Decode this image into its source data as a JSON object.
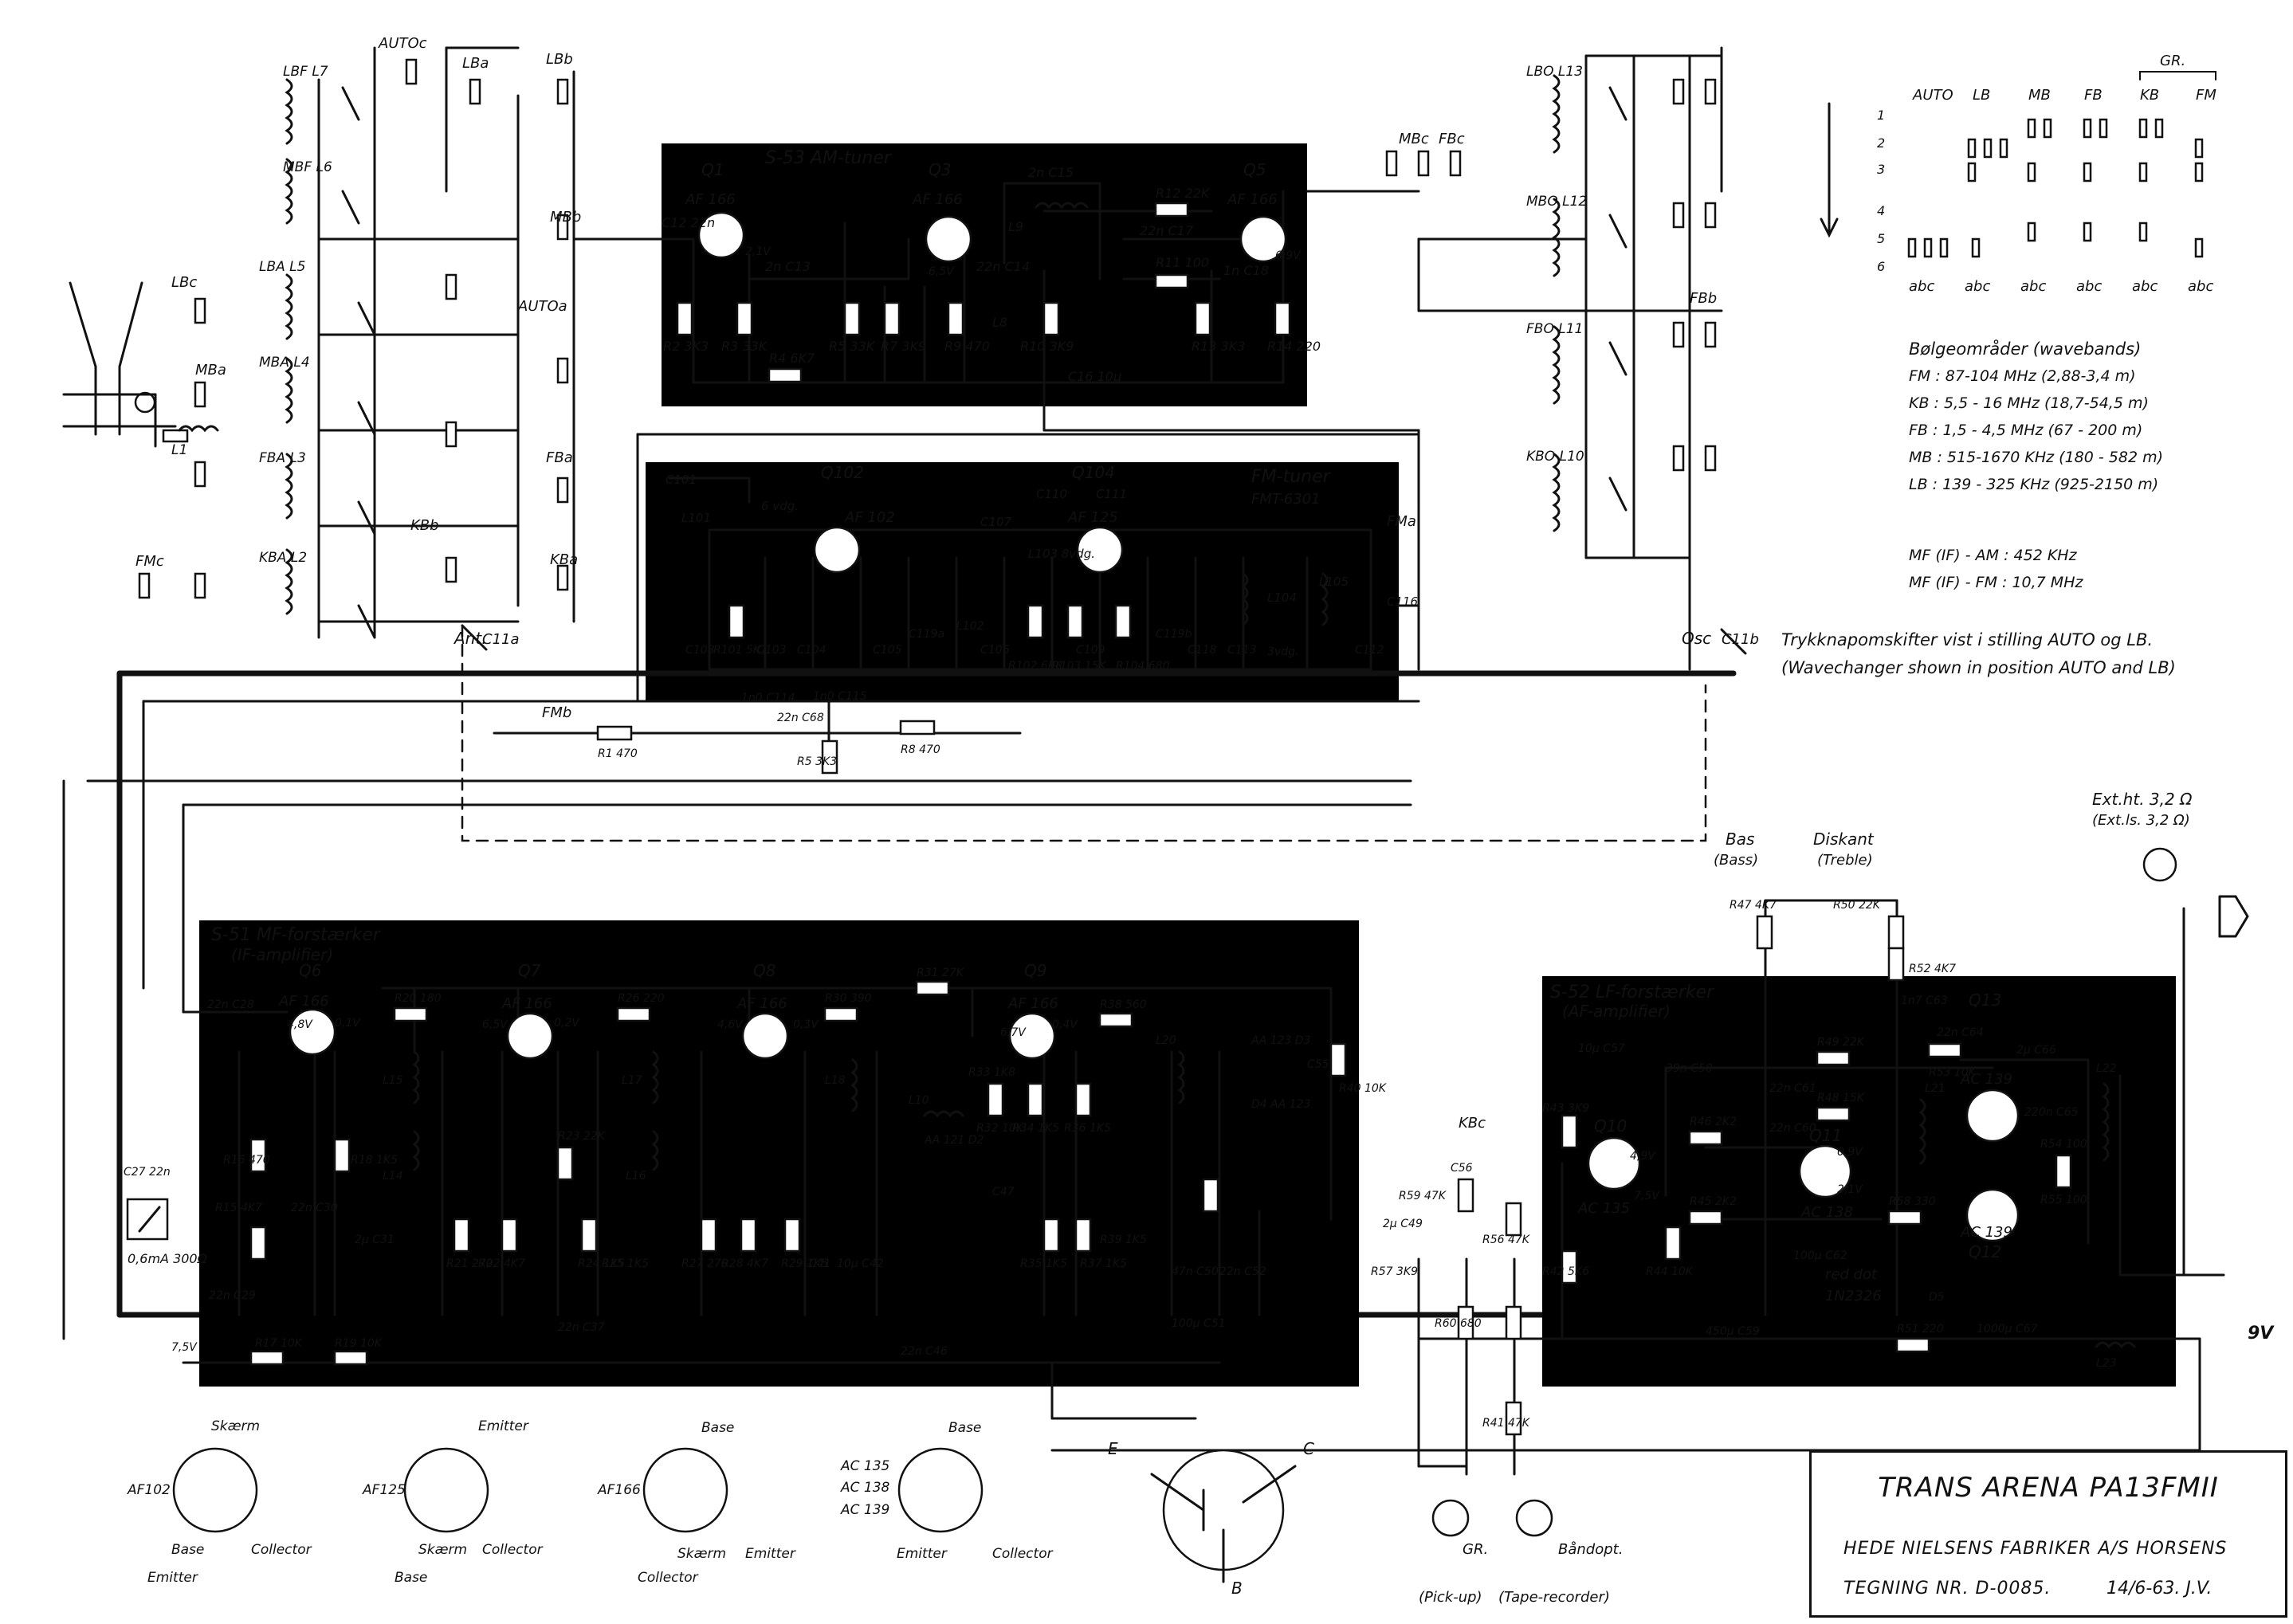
{
  "title_block": {
    "title": "TRANS ARENA PA13FMII",
    "maker": "HEDE NIELSENS FABRIKER A/S HORSENS",
    "drawing_no": "TEGNING NR. D-0085.",
    "date": "14/6-63. J.V."
  },
  "sections": {
    "am_tuner": "S-53 AM-tuner",
    "fm_tuner": "FM-tuner",
    "fm_tuner_model": "FMT-6301",
    "if_amp": "S-51 MF-forstærker",
    "if_amp_en": "(IF-amplifier)",
    "lf_amp": "S-52 LF-forstærker",
    "lf_amp_en": "(AF-amplifier)"
  },
  "wavebands": {
    "heading": "Bølgeområder (wavebands)",
    "rows": [
      "FM : 87-104 MHz (2,88-3,4 m)",
      "KB : 5,5 - 16 MHz (18,7-54,5 m)",
      "FB : 1,5 - 4,5 MHz (67 - 200 m)",
      "MB : 515-1670 KHz (180 - 582 m)",
      "LB : 139 - 325 KHz (925-2150 m)"
    ],
    "if_am": "MF (IF) - AM : 452 KHz",
    "if_fm": "MF (IF) - FM : 10,7 MHz"
  },
  "switch_note": {
    "dk": "Trykknapomskifter vist i stilling AUTO og LB.",
    "en": "(Wavechanger shown in position AUTO and LB)"
  },
  "switch_table": {
    "columns": [
      "AUTO",
      "LB",
      "MB",
      "FB",
      "KB",
      "FM"
    ],
    "group": "GR.",
    "rows": [
      "1",
      "2",
      "3",
      "4",
      "5",
      "6"
    ],
    "sub": "abc"
  },
  "transistors": [
    {
      "ref": "Q1",
      "type": "AF 166"
    },
    {
      "ref": "Q3",
      "type": "AF 166"
    },
    {
      "ref": "Q5",
      "type": "AF 166"
    },
    {
      "ref": "Q102",
      "type": "AF 102"
    },
    {
      "ref": "Q104",
      "type": "AF 125"
    },
    {
      "ref": "Q6",
      "type": "AF 166"
    },
    {
      "ref": "Q7",
      "type": "AF 166"
    },
    {
      "ref": "Q8",
      "type": "AF 166"
    },
    {
      "ref": "Q9",
      "type": "AF 166"
    },
    {
      "ref": "Q10",
      "type": "AC 135"
    },
    {
      "ref": "Q11",
      "type": "AC 138"
    },
    {
      "ref": "Q12",
      "type": "AC 139"
    },
    {
      "ref": "Q13",
      "type": "AC 139"
    }
  ],
  "controls": {
    "bass": "Bas",
    "bass_en": "(Bass)",
    "treble": "Diskant",
    "treble_en": "(Treble)",
    "ext_speaker": "Ext.ht. 3,2 Ω",
    "ext_speaker_en": "(Ext.ls. 3,2 Ω)",
    "pickup": "(Pick-up)",
    "tape": "(Tape-recorder)",
    "tape_dk": "Båndopt.",
    "gr": "GR.",
    "meter": "0,6mA 300Ω",
    "supply": "9V",
    "red_dot": "red dot",
    "zener": "1N2326",
    "ant": "Ant.",
    "osc": "Osc",
    "c11a": "C11a",
    "c11b": "C11b"
  },
  "pinouts": [
    {
      "type": "AF102",
      "pins": [
        "Skærm",
        "Base",
        "Emitter",
        "Collector"
      ]
    },
    {
      "type": "AF125",
      "pins": [
        "Emitter",
        "Skærm",
        "Base",
        "Collector"
      ]
    },
    {
      "type": "AF166",
      "pins": [
        "Base",
        "Skærm",
        "Emitter",
        "Collector"
      ]
    },
    {
      "type": "AC 135",
      "type2": "AC 138",
      "type3": "AC 139",
      "pins": [
        "Base",
        "Emitter",
        "Collector"
      ]
    },
    {
      "type": "Symbol",
      "pins": [
        "E",
        "C",
        "B"
      ]
    }
  ],
  "labels": {
    "voltages": [
      "2,1V",
      "6,5V",
      "6,9V",
      "4,8V",
      "0,1V",
      "6,5V",
      "0,2V",
      "4,6V",
      "0,3V",
      "6,7V",
      "0,4V",
      "4,9V",
      "7,5V",
      "0,9V",
      "2,1V",
      "7,5V"
    ],
    "am_parts": [
      "C12 22n",
      "R2 3K3",
      "R3 33K",
      "2n C13",
      "R4 6K7",
      "R5 33K",
      "R7 3K9",
      "R9 470",
      "R10 3K9",
      "R11 100",
      "R12 22K",
      "22n C17",
      "R13 3K3",
      "R14 220",
      "1n C18",
      "C16 10µ",
      "L8",
      "L9",
      "2n C15",
      "22n C14"
    ],
    "coils_left": [
      "LBF L7",
      "MBF L6",
      "LBA L5",
      "MBA L4",
      "FBA L3",
      "KBA L2",
      "L1"
    ],
    "coils_right": [
      "LBO L13",
      "MBO L12",
      "FBO L11",
      "KBO L10"
    ],
    "switch_contacts": [
      "AUTOc",
      "LBa",
      "LBb",
      "LBc",
      "MBa",
      "MBb",
      "MBc",
      "FBa",
      "FBb",
      "FBc",
      "KBa",
      "KBb",
      "KBc",
      "FMa",
      "FMb",
      "FMc",
      "AUTOa"
    ],
    "fm_parts": [
      "C101",
      "L101",
      "6 vdg.",
      "L103 8vdg.",
      "C107",
      "C110",
      "C111",
      "L104",
      "L105",
      "C116",
      "C108",
      "R101 5K1",
      "C103",
      "C104",
      "C105",
      "C119a",
      "L102",
      "C106",
      "R102 6K8",
      "R103 15K",
      "C109",
      "R104 680",
      "C119b",
      "C118",
      "C113",
      "C112",
      "1n0 C114",
      "1n0 C115",
      "22n C68",
      "3vdg."
    ],
    "if_parts": [
      "22n C28",
      "R20 180",
      "R26 220",
      "R30 390",
      "R31 27K",
      "R38 560",
      "L15",
      "L14",
      "L17",
      "L16",
      "L18",
      "L10",
      "L20",
      "AA 121 D2",
      "AA 123 D3",
      "D4 AA 123",
      "R16 470",
      "R18 1K5",
      "22n C30",
      "2µ C31",
      "R21 270",
      "R22 4K7",
      "R23 22K",
      "R24 1K5",
      "R25 1K5",
      "R27 270",
      "R28 4K7",
      "R29 1K5",
      "C41",
      "10µ C42",
      "R32 10K",
      "R33 1K8",
      "R34 1K5",
      "R35 1K5",
      "R36 1K5",
      "R37 1K5",
      "C47",
      "R39 1K5",
      "47n C50",
      "22n C52",
      "100µ C51",
      "R40 10K",
      "C55",
      "C27 22n",
      "R15 4K7",
      "22n C29",
      "R17 10K",
      "R19 10K",
      "22n C37",
      "22n C46",
      "R1 470",
      "R8 470",
      "R5 3K3"
    ],
    "lf_parts": [
      "R47 4K7",
      "R50 22K",
      "R52 4K7",
      "1n7 C63",
      "R49 22K",
      "22n C64",
      "R53 10K",
      "2µ C66",
      "L22",
      "L21",
      "220n C65",
      "R55 100",
      "39n C58",
      "22n C61",
      "R46 2K2",
      "R48 15K",
      "22n C60",
      "R45 2K2",
      "R58 330",
      "100µ C62",
      "D5",
      "R44 10K",
      "R43 3K9",
      "R42 5K6",
      "10µ C57",
      "R57 3K9",
      "2µ C49",
      "R59 47K",
      "C56",
      "R60 680",
      "R56 47K",
      "R41 47K",
      "450µ C59",
      "R51 220",
      "1000µ C67",
      "L23",
      "R54 100"
    ]
  },
  "colors": {
    "ink": "#111111",
    "paper": "#ffffff"
  }
}
